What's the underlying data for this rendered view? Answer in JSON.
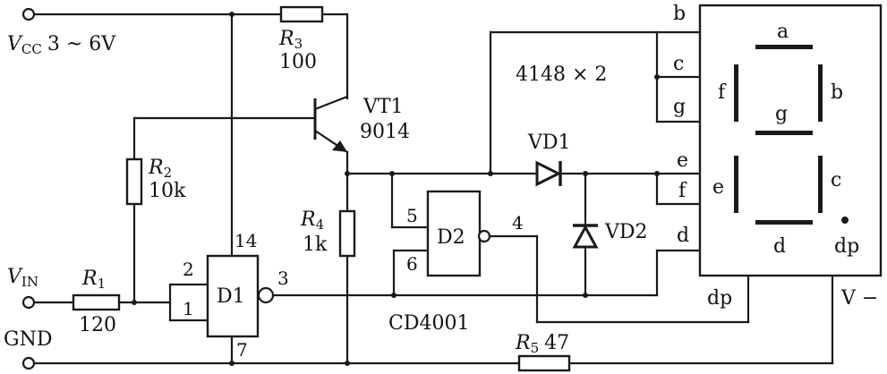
{
  "terminals": {
    "vcc_symbol": "V",
    "vcc_sub": "CC",
    "vcc_range": "3 ~ 6V",
    "vin_symbol": "V",
    "vin_sub": "IN",
    "gnd": "GND",
    "vminus": "V −"
  },
  "components": {
    "r1_symbol": "R",
    "r1_sub": "1",
    "r1_value": "120",
    "r2_symbol": "R",
    "r2_sub": "2",
    "r2_value": "10k",
    "r3_symbol": "R",
    "r3_sub": "3",
    "r3_value": "100",
    "r4_symbol": "R",
    "r4_sub": "4",
    "r4_value": "1k",
    "r5_symbol": "R",
    "r5_sub": "5",
    "r5_value": "47",
    "vt1_label": "VT1",
    "vt1_type": "9014",
    "d1_label": "D1",
    "d2_label": "D2",
    "vd1_label": "VD1",
    "vd2_label": "VD2",
    "diode_note": "4148 × 2",
    "ic_type": "CD4001"
  },
  "pins": {
    "d1_in_a": "2",
    "d1_in_b": "1",
    "d1_out": "3",
    "d1_vdd": "14",
    "d1_vss": "7",
    "d2_in_a": "5",
    "d2_in_b": "6",
    "d2_out": "4"
  },
  "display": {
    "seg_a": "a",
    "seg_b": "b",
    "seg_c": "c",
    "seg_d": "d",
    "seg_e": "e",
    "seg_f": "f",
    "seg_g": "g",
    "seg_dp": "dp",
    "pin_b": "b",
    "pin_c": "c",
    "pin_g": "g",
    "pin_e": "e",
    "pin_f": "f",
    "pin_d": "d",
    "pin_dp": "dp"
  }
}
